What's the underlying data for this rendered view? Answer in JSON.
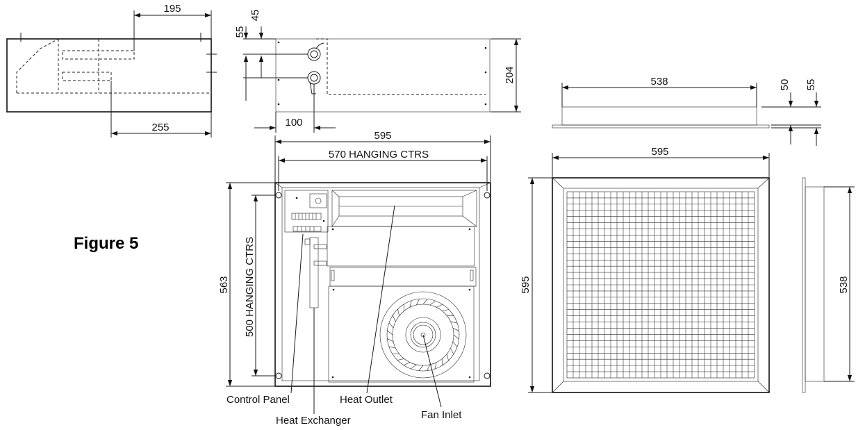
{
  "figure_label": "Figure 5",
  "dimensions": {
    "top_left_upper": "195",
    "top_left_lower": "255",
    "side_45": "45",
    "side_55": "55",
    "side_204": "204",
    "side_100": "100",
    "front_width": "595",
    "front_hanging": "570 HANGING CTRS",
    "front_height": "563",
    "front_vertical_hanging": "500 HANGING CTRS",
    "grille_side_width": "538",
    "grille_side_50": "50",
    "grille_side_55": "55",
    "grille_width": "595",
    "grille_height": "595",
    "grille_profile_height": "538"
  },
  "callouts": {
    "control_panel": "Control Panel",
    "heat_outlet": "Heat Outlet",
    "heat_exchanger": "Heat Exchanger",
    "fan_inlet": "Fan Inlet"
  }
}
